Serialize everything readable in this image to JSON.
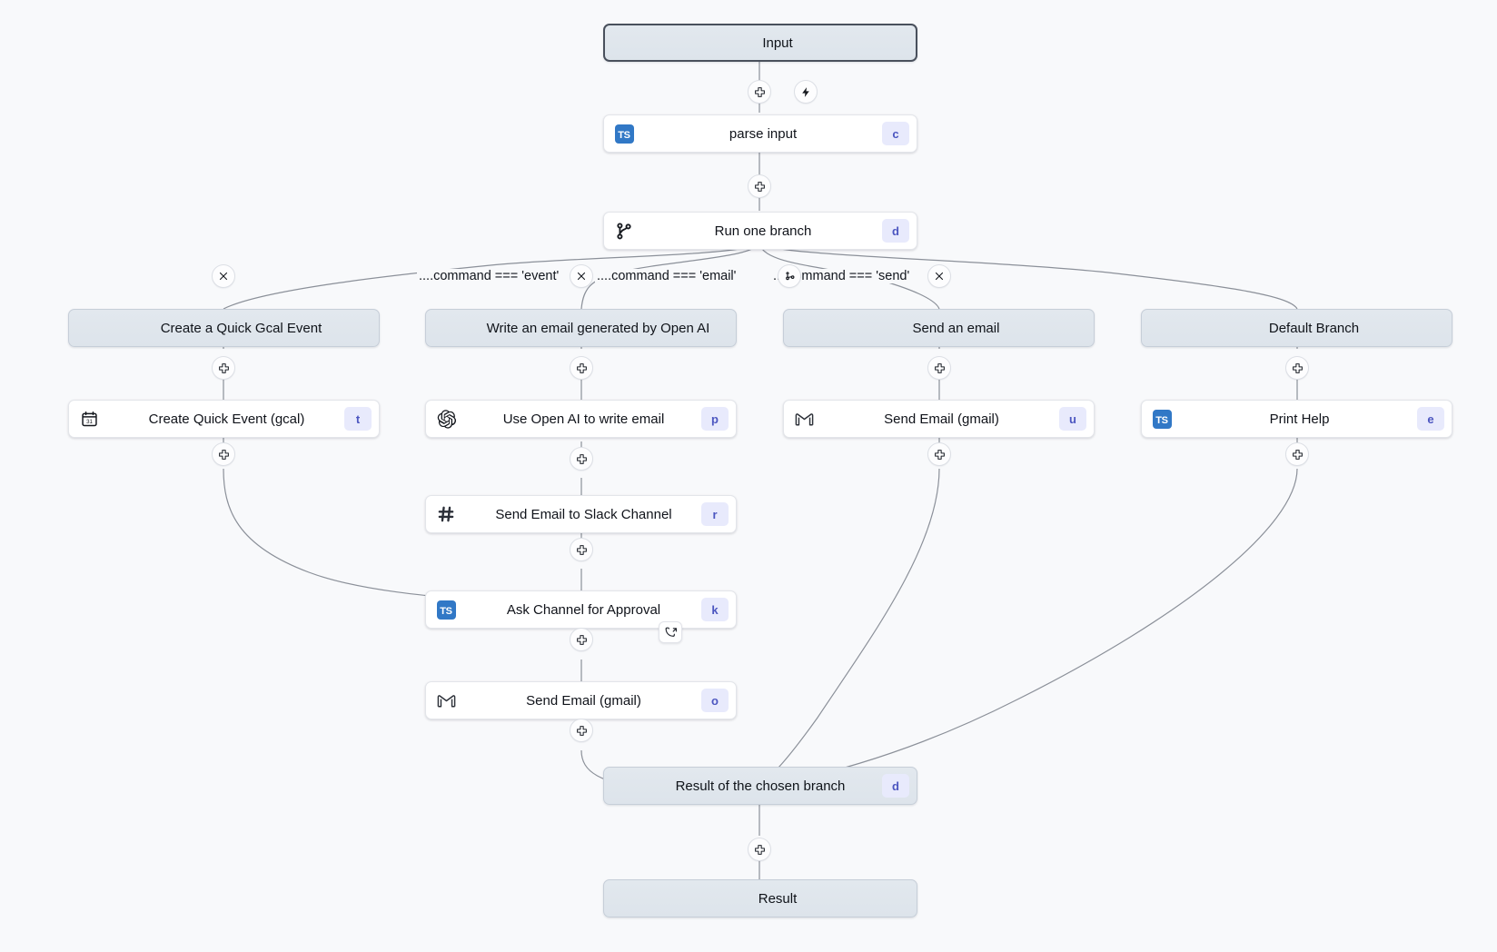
{
  "canvas": {
    "background": "#f8f9fb",
    "accent_badge_bg": "#e8eafc",
    "accent_badge_fg": "#4c56c0",
    "grey_node_bg": "#dde4eb",
    "edge_color": "#8b9099"
  },
  "nodes": {
    "input": {
      "label": "Input",
      "type": "grey-strong",
      "icon": "none",
      "kbd": ""
    },
    "parse_input": {
      "label": "parse input",
      "type": "white",
      "icon": "typescript-icon",
      "kbd": "c"
    },
    "run_one_branch": {
      "label": "Run one branch",
      "type": "white",
      "icon": "branch-icon",
      "kbd": "d"
    },
    "branch_event": {
      "label": "Create a Quick Gcal Event",
      "type": "grey",
      "icon": "none",
      "kbd": ""
    },
    "branch_email": {
      "label": "Write an email generated by Open AI",
      "type": "grey",
      "icon": "none",
      "kbd": ""
    },
    "branch_send": {
      "label": "Send an email",
      "type": "grey",
      "icon": "none",
      "kbd": ""
    },
    "branch_default": {
      "label": "Default Branch",
      "type": "grey",
      "icon": "none",
      "kbd": ""
    },
    "gcal_event": {
      "label": "Create Quick Event (gcal)",
      "type": "white",
      "icon": "calendar-icon",
      "kbd": "t"
    },
    "openai_write": {
      "label": "Use Open AI to write email",
      "type": "white",
      "icon": "openai-icon",
      "kbd": "p"
    },
    "slack_send": {
      "label": "Send Email to Slack Channel",
      "type": "white",
      "icon": "slack-icon",
      "kbd": "r"
    },
    "ask_approval": {
      "label": "Ask Channel for Approval",
      "type": "white",
      "icon": "typescript-icon",
      "kbd": "k"
    },
    "gmail_send_mid": {
      "label": "Send Email (gmail)",
      "type": "white",
      "icon": "gmail-icon",
      "kbd": "o"
    },
    "gmail_send_right": {
      "label": "Send Email (gmail)",
      "type": "white",
      "icon": "gmail-icon",
      "kbd": "u"
    },
    "print_help": {
      "label": "Print Help",
      "type": "white",
      "icon": "typescript-icon",
      "kbd": "e"
    },
    "result_chosen": {
      "label": "Result of the chosen branch",
      "type": "grey",
      "icon": "none",
      "kbd": "d"
    },
    "result": {
      "label": "Result",
      "type": "grey",
      "icon": "none",
      "kbd": ""
    }
  },
  "branch_labels": [
    {
      "id": "event",
      "text": "....command === 'event'"
    },
    {
      "id": "email",
      "text": "....command === 'email'"
    },
    {
      "id": "send",
      "text": "....command === 'send'"
    }
  ],
  "handles": {
    "plus": "plus-icon",
    "trigger": "lightning-icon",
    "close": "close-icon",
    "add_branch": "add-branch-icon",
    "suspend": "suspend-resume-icon"
  }
}
